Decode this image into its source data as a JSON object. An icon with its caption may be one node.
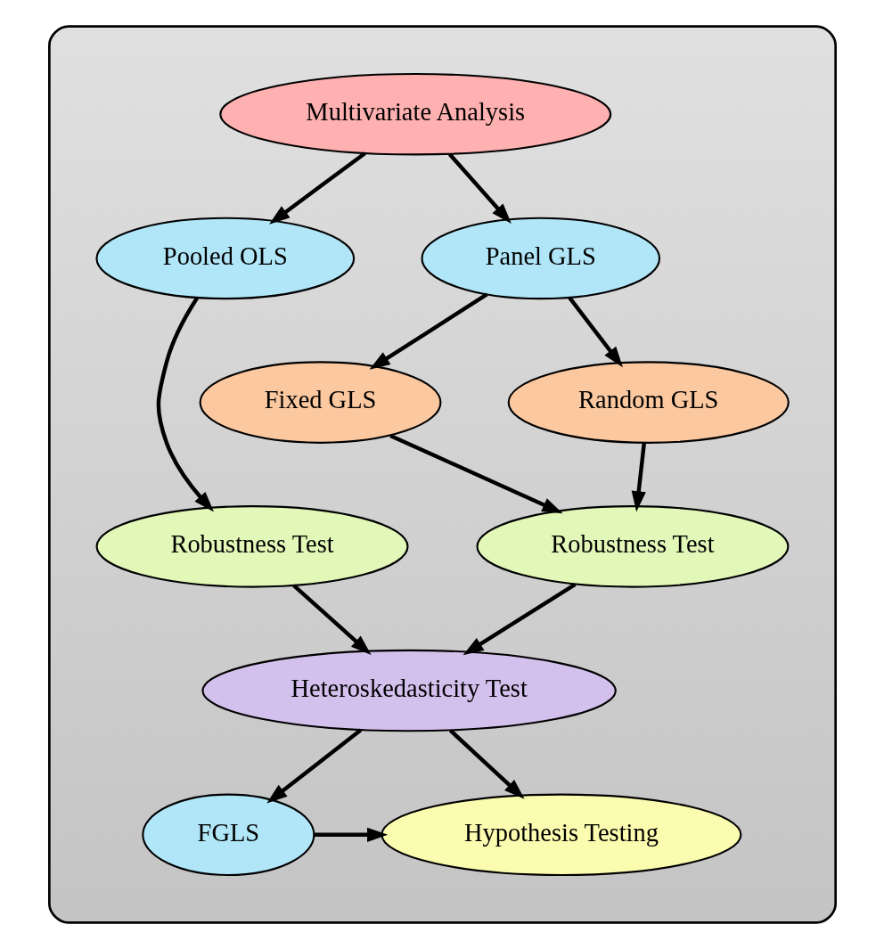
{
  "diagram": {
    "nodes": [
      {
        "text": [],
        "shape": "box"
      },
      {
        "text": [
          "Multivariate Analysis"
        ],
        "in": 0
      },
      {
        "text": [
          "Pooled OLS"
        ],
        "in": 0
      },
      {
        "text": [
          "Panel GLS"
        ],
        "in": 0
      },
      {
        "text": [
          "Fixed GLS"
        ],
        "in": 0
      },
      {
        "text": [
          "Random GLS"
        ],
        "in": 0
      },
      {
        "text": [
          "Robustness Test"
        ],
        "in": 0
      },
      {
        "text": [
          "Robustness Test"
        ],
        "in": 0
      },
      {
        "text": [
          "Heteroskedasticity Test"
        ],
        "in": 0
      },
      {
        "text": [
          "Hypothesis Testing"
        ],
        "in": 0
      },
      {
        "text": [
          "FGLS"
        ],
        "in": 0
      }
    ],
    "edges": [
      {
        "from": 1,
        "to": 2,
        "arrow": "to"
      },
      {
        "from": 1,
        "to": 3,
        "arrow": "to"
      },
      {
        "from": 2,
        "to": 6,
        "arrow": "to"
      },
      {
        "from": 3,
        "to": 4,
        "arrow": "to"
      },
      {
        "from": 3,
        "to": 5,
        "arrow": "to"
      },
      {
        "from": 4,
        "to": 7,
        "arrow": "to"
      },
      {
        "from": 5,
        "to": 7,
        "arrow": "to"
      },
      {
        "from": 6,
        "to": 8,
        "arrow": "to"
      },
      {
        "from": 7,
        "to": 8,
        "arrow": "to"
      },
      {
        "from": 8,
        "to": 9,
        "arrow": "to"
      },
      {
        "from": 8,
        "to": 10,
        "arrow": "to"
      },
      {
        "from": 10,
        "to": 9,
        "arrow": "to"
      }
    ]
  }
}
